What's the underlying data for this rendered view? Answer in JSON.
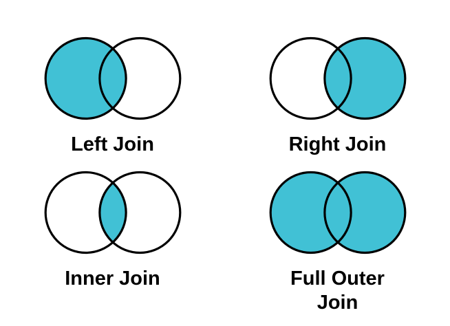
{
  "background_color": "#ffffff",
  "colors": {
    "region_fill": "#41C1D5",
    "circle_stroke": "#000000",
    "label_text": "#000000"
  },
  "diagrams": [
    {
      "label": "Left Join",
      "regions": {
        "left": true,
        "intersection": true,
        "right": false
      }
    },
    {
      "label": "Right Join",
      "regions": {
        "left": false,
        "intersection": true,
        "right": true
      }
    },
    {
      "label": "Inner Join",
      "regions": {
        "left": false,
        "intersection": true,
        "right": false
      }
    },
    {
      "label": "Full Outer Join",
      "regions": {
        "left": true,
        "intersection": true,
        "right": true
      }
    }
  ]
}
